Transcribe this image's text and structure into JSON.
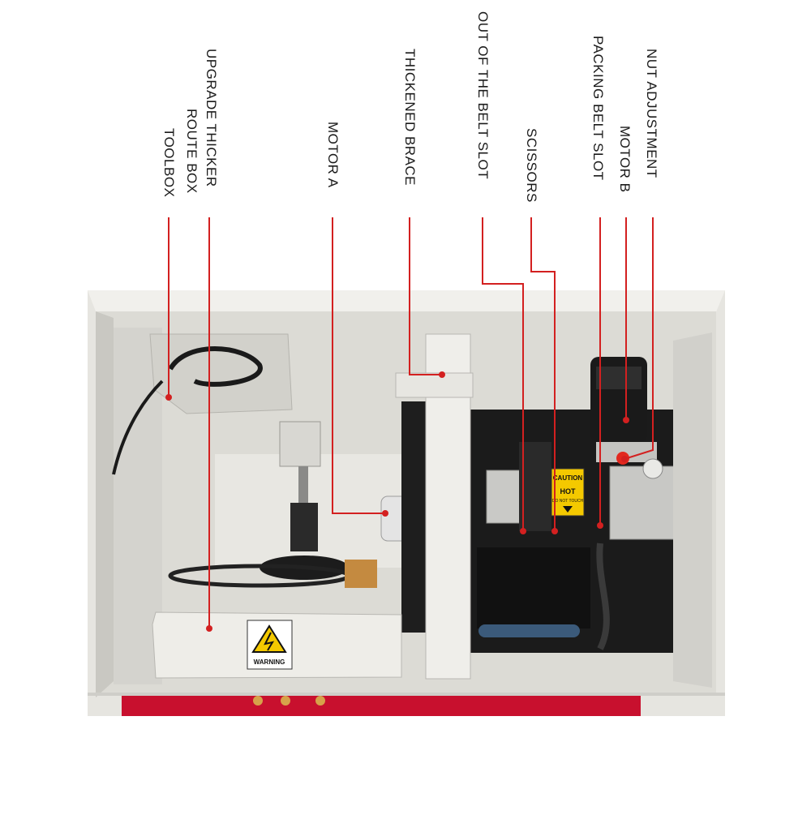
{
  "callouts": {
    "toolbox": "TOOLBOX",
    "route_box_line1": "UPGRADE THICKER",
    "route_box_line2": "ROUTE BOX",
    "motor_a": "MOTOR A",
    "thickened_brace": "THICKENED BRACE",
    "out_of_belt_slot": "OUT OF THE BELT SLOT",
    "scissors": "SCISSORS",
    "packing_belt_slot": "PACKING BELT SLOT",
    "motor_b": "MOTOR B",
    "nut_adjustment": "NUT ADJUSTMENT"
  },
  "machine_labels": {
    "warning_sign": "WARNING",
    "caution": "CAUTION",
    "hot": "HOT",
    "do_not_touch": "DO NOT TOUCH"
  },
  "colors": {
    "leader_line": "#d32020",
    "cabinet": "#e9e8e3",
    "warning_yellow": "#f4c900"
  }
}
